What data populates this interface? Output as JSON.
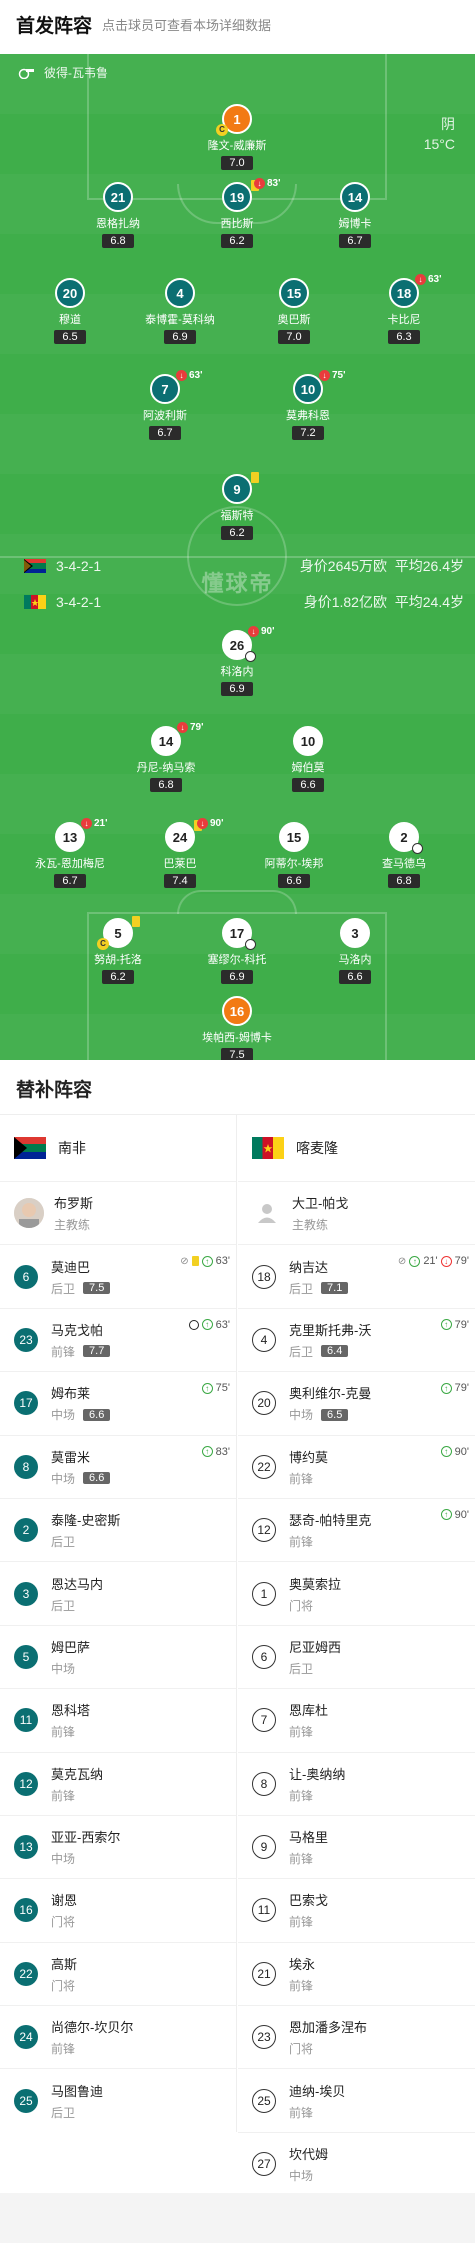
{
  "header": {
    "title": "首发阵容",
    "subtitle": "点击球员可查看本场详细数据"
  },
  "pitch": {
    "referee": "彼得-瓦韦鲁",
    "weather": "阴",
    "temp": "15°C",
    "watermark": "懂球帝",
    "home": {
      "formation": "3-4-2-1",
      "value": "身价2645万欧",
      "age": "平均26.4岁"
    },
    "away": {
      "formation": "3-4-2-1",
      "value": "身价1.82亿欧",
      "age": "平均24.4岁"
    }
  },
  "home_players": [
    {
      "num": "1",
      "name": "隆文-威廉斯",
      "rating": "7.0"
    },
    {
      "num": "21",
      "name": "恩格扎纳",
      "rating": "6.8"
    },
    {
      "num": "19",
      "name": "西比斯",
      "rating": "6.2",
      "sub": "83'"
    },
    {
      "num": "14",
      "name": "姆博卡",
      "rating": "6.7"
    },
    {
      "num": "20",
      "name": "穆道",
      "rating": "6.5"
    },
    {
      "num": "4",
      "name": "泰博霍-莫科纳",
      "rating": "6.9"
    },
    {
      "num": "15",
      "name": "奥巴斯",
      "rating": "7.0"
    },
    {
      "num": "18",
      "name": "卡比尼",
      "rating": "6.3",
      "sub": "63'"
    },
    {
      "num": "7",
      "name": "阿波利斯",
      "rating": "6.7",
      "sub": "63'"
    },
    {
      "num": "10",
      "name": "莫弗科恩",
      "rating": "7.2",
      "sub": "75'"
    },
    {
      "num": "9",
      "name": "福斯特",
      "rating": "6.2"
    }
  ],
  "away_players": [
    {
      "num": "26",
      "name": "科洛内",
      "rating": "6.9",
      "sub": "90'"
    },
    {
      "num": "14",
      "name": "丹尼-纳马索",
      "rating": "6.8",
      "sub": "79'"
    },
    {
      "num": "10",
      "name": "姆伯莫",
      "rating": "6.6"
    },
    {
      "num": "13",
      "name": "永瓦-恩加梅尼",
      "rating": "6.7",
      "sub": "21'"
    },
    {
      "num": "24",
      "name": "巴莱巴",
      "rating": "7.4",
      "sub": "90'"
    },
    {
      "num": "15",
      "name": "阿蒂尔-埃邦",
      "rating": "6.6"
    },
    {
      "num": "2",
      "name": "查马德乌",
      "rating": "6.8"
    },
    {
      "num": "5",
      "name": "努胡-托洛",
      "rating": "6.2"
    },
    {
      "num": "17",
      "name": "塞缪尔-科托",
      "rating": "6.9"
    },
    {
      "num": "3",
      "name": "马洛内",
      "rating": "6.6"
    },
    {
      "num": "16",
      "name": "埃帕西-姆博卡",
      "rating": "7.5"
    }
  ],
  "subs": {
    "title": "替补阵容",
    "home": {
      "team": "南非",
      "coach": {
        "name": "布罗斯",
        "role": "主教练"
      },
      "players": [
        {
          "num": "6",
          "name": "莫迪巴",
          "pos": "后卫",
          "rating": "7.5",
          "ev": "63'"
        },
        {
          "num": "23",
          "name": "马克戈帕",
          "pos": "前锋",
          "rating": "7.7",
          "ev": "63'"
        },
        {
          "num": "17",
          "name": "姆布莱",
          "pos": "中场",
          "rating": "6.6",
          "ev": "75'"
        },
        {
          "num": "8",
          "name": "莫雷米",
          "pos": "中场",
          "rating": "6.6",
          "ev": "83'"
        },
        {
          "num": "2",
          "name": "泰隆-史密斯",
          "pos": "后卫"
        },
        {
          "num": "3",
          "name": "恩达马内",
          "pos": "后卫"
        },
        {
          "num": "5",
          "name": "姆巴萨",
          "pos": "中场"
        },
        {
          "num": "11",
          "name": "恩科塔",
          "pos": "前锋"
        },
        {
          "num": "12",
          "name": "莫克瓦纳",
          "pos": "前锋"
        },
        {
          "num": "13",
          "name": "亚亚-西索尔",
          "pos": "中场"
        },
        {
          "num": "16",
          "name": "谢恩",
          "pos": "门将"
        },
        {
          "num": "22",
          "name": "高斯",
          "pos": "门将"
        },
        {
          "num": "24",
          "name": "尚德尔-坎贝尔",
          "pos": "前锋"
        },
        {
          "num": "25",
          "name": "马图鲁迪",
          "pos": "后卫"
        }
      ]
    },
    "away": {
      "team": "喀麦隆",
      "coach": {
        "name": "大卫-帕戈",
        "role": "主教练"
      },
      "players": [
        {
          "num": "18",
          "name": "纳吉达",
          "pos": "后卫",
          "rating": "7.1",
          "ev": "21'",
          "ev2": "79'"
        },
        {
          "num": "4",
          "name": "克里斯托弗-沃",
          "pos": "后卫",
          "rating": "6.4",
          "ev": "79'"
        },
        {
          "num": "20",
          "name": "奥利维尔-克曼",
          "pos": "中场",
          "rating": "6.5",
          "ev": "79'"
        },
        {
          "num": "22",
          "name": "博约莫",
          "pos": "前锋",
          "ev": "90'"
        },
        {
          "num": "12",
          "name": "瑟奇-帕特里克",
          "pos": "前锋",
          "ev": "90'"
        },
        {
          "num": "1",
          "name": "奥莫索拉",
          "pos": "门将"
        },
        {
          "num": "6",
          "name": "尼亚姆西",
          "pos": "后卫"
        },
        {
          "num": "7",
          "name": "恩库杜",
          "pos": "前锋"
        },
        {
          "num": "8",
          "name": "让-奥纳纳",
          "pos": "前锋"
        },
        {
          "num": "9",
          "name": "马格里",
          "pos": "前锋"
        },
        {
          "num": "11",
          "name": "巴索戈",
          "pos": "前锋"
        },
        {
          "num": "21",
          "name": "埃永",
          "pos": "前锋"
        },
        {
          "num": "23",
          "name": "恩加潘多涅布",
          "pos": "门将"
        },
        {
          "num": "25",
          "name": "迪纳-埃贝",
          "pos": "前锋"
        },
        {
          "num": "27",
          "name": "坎代姆",
          "pos": "中场"
        }
      ]
    }
  }
}
